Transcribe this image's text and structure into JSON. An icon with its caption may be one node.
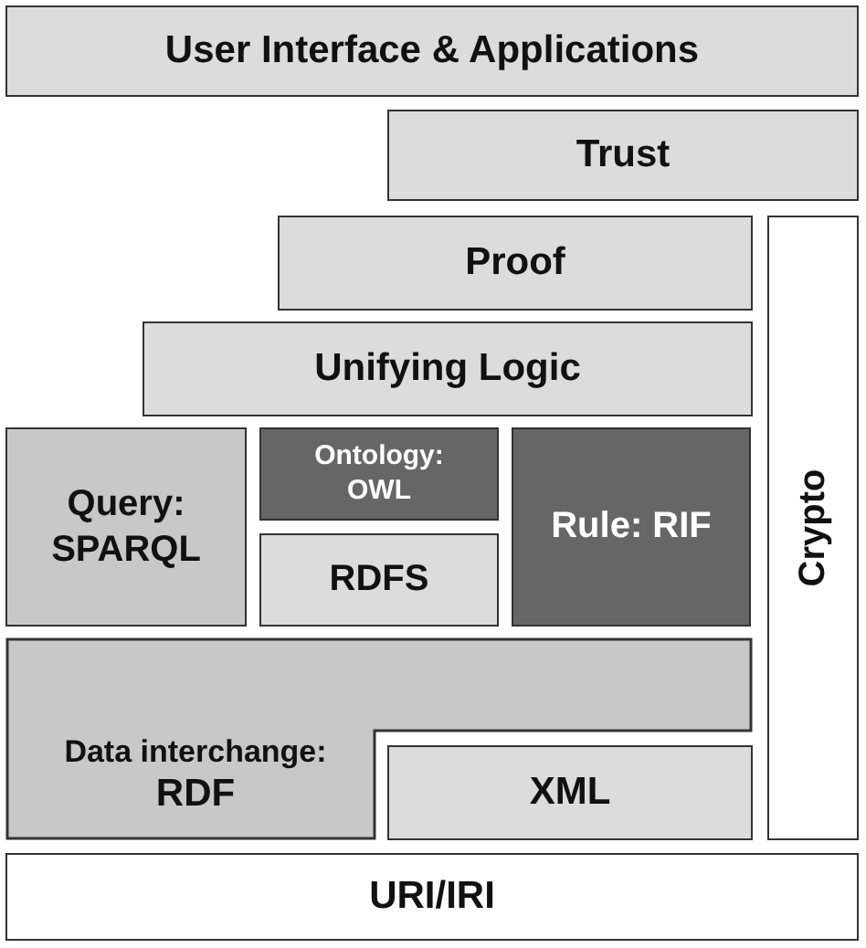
{
  "diagram": {
    "nodes": [
      {
        "text": [
          "User Interface & Applications"
        ]
      },
      {
        "text": [
          "Trust"
        ]
      },
      {
        "text": [
          "Crypto"
        ]
      },
      {
        "text": [
          "Proof"
        ]
      },
      {
        "text": [
          "Unifying Logic"
        ]
      },
      {
        "text": [
          "Query: SPARQL"
        ]
      },
      {
        "text": [
          "Ontology: OWL"
        ]
      },
      {
        "text": [
          "RDFS"
        ]
      },
      {
        "text": [
          "Rule: RIF"
        ]
      },
      {
        "text": [
          "Data interchange:",
          "RDF"
        ]
      },
      {
        "text": [
          "XML"
        ]
      },
      {
        "text": [
          "URI/IRI"
        ]
      }
    ]
  }
}
